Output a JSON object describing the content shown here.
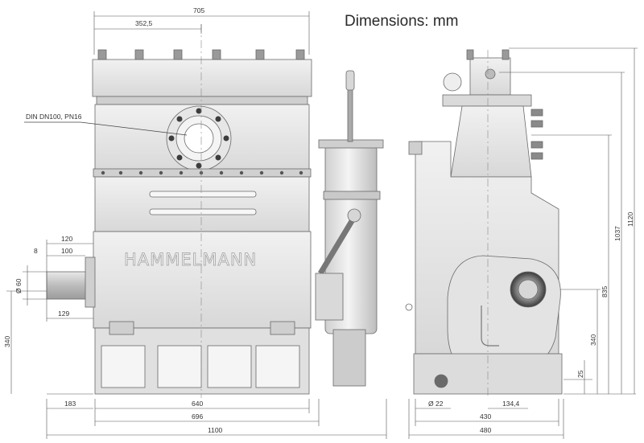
{
  "units_note": "Dimensions: mm",
  "brand": "HAMMELMANN",
  "callout": "DIN DN100, PN16",
  "dimensions": {
    "top_total": "705",
    "top_half": "352,5",
    "shaft_120": "120",
    "shaft_100": "100",
    "shaft_8": "8",
    "shaft_dia": "Ø 60",
    "shaft_129": "129",
    "left_height": "340",
    "bottom_183": "183",
    "bottom_640": "640",
    "bottom_696": "696",
    "bottom_1100": "1100",
    "side_dia22": "Ø 22",
    "side_134": "134,4",
    "side_430": "430",
    "side_480": "480",
    "side_340": "340",
    "side_25": "25",
    "side_835": "835",
    "side_1037": "1037",
    "side_1120": "1120"
  }
}
